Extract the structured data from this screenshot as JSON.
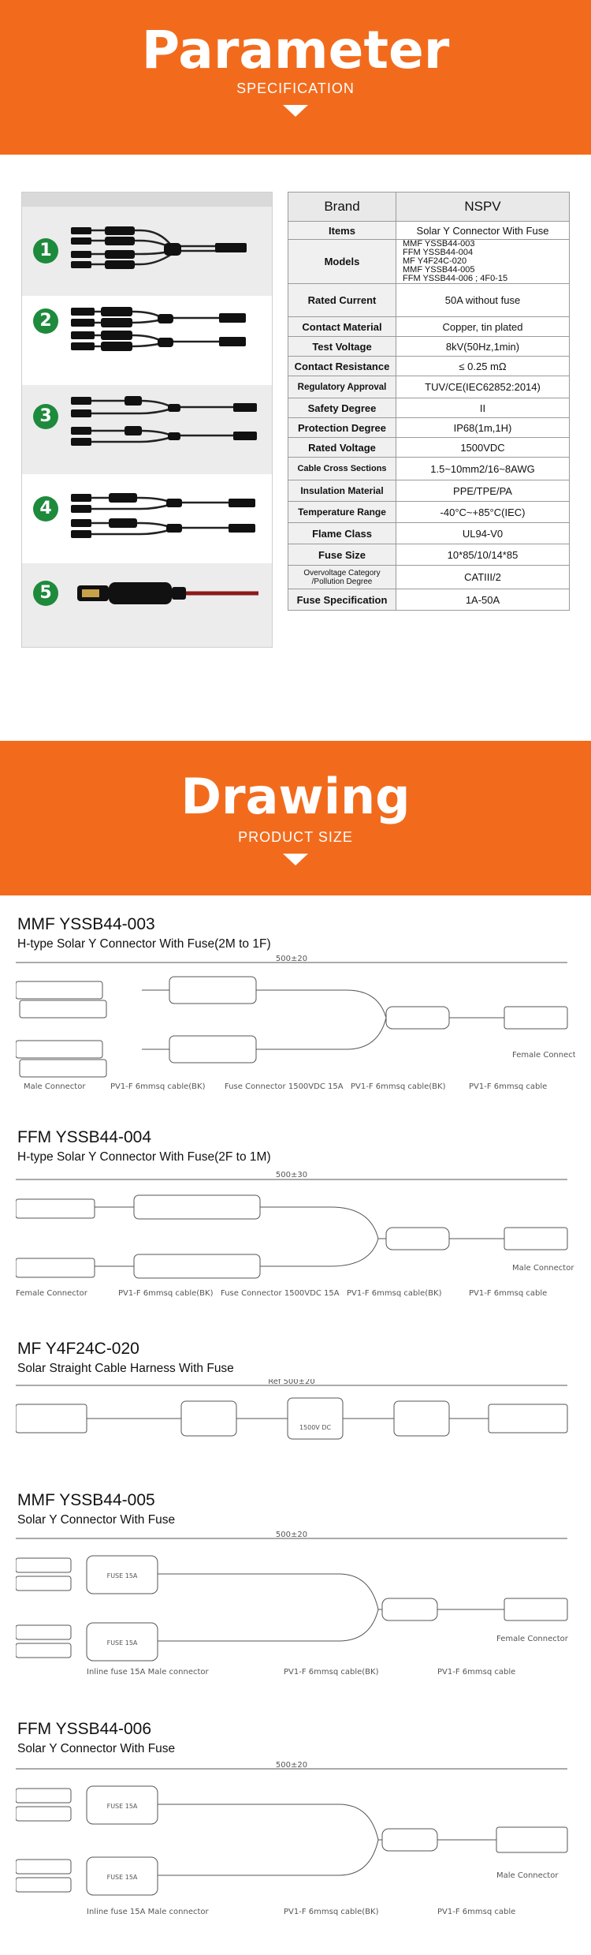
{
  "parameter_banner": {
    "title": "Parameter",
    "subtitle": "SPECIFICATION"
  },
  "photo_numbers": [
    "1",
    "2",
    "3",
    "4",
    "5"
  ],
  "spec_table": {
    "header": {
      "key": "Brand",
      "value": "NSPV"
    },
    "rows": [
      {
        "key": "Items",
        "value": "Solar Y Connector With Fuse"
      },
      {
        "key": "Models",
        "value_lines": [
          "MMF YSSB44-003",
          "FFM YSSB44-004",
          "MF Y4F24C-020",
          "MMF YSSB44-005",
          "FFM YSSB44-006 ; 4F0-15"
        ]
      },
      {
        "key": "Rated Current",
        "value": "50A without fuse"
      },
      {
        "key": "Contact Material",
        "value": "Copper, tin plated"
      },
      {
        "key": "Test Voltage",
        "value": "8kV(50Hz,1min)"
      },
      {
        "key": "Contact Resistance",
        "value": "≤ 0.25 mΩ"
      },
      {
        "key": "Regulatory Approval",
        "value": "TUV/CE(IEC62852:2014)"
      },
      {
        "key": "Safety Degree",
        "value": "II"
      },
      {
        "key": "Protection Degree",
        "value": "IP68(1m,1H)"
      },
      {
        "key": "Rated Voltage",
        "value": "1500VDC"
      },
      {
        "key": "Cable Cross Sections",
        "value": "1.5~10mm2/16~8AWG"
      },
      {
        "key": "Insulation Material",
        "value": "PPE/TPE/PA"
      },
      {
        "key": "Temperature Range",
        "value": "-40°C~+85°C(IEC)"
      },
      {
        "key": "Flame Class",
        "value": "UL94-V0"
      },
      {
        "key": "Fuse Size",
        "value": "10*85/10/14*85"
      },
      {
        "key": "Overvoltage Category /Pollution Degree",
        "value": "CATIII/2"
      },
      {
        "key": "Fuse Specification",
        "value": "1A-50A"
      }
    ]
  },
  "drawing_banner": {
    "title": "Drawing",
    "subtitle": "PRODUCT SIZE"
  },
  "drawings": [
    {
      "model": "MMF YSSB44-003",
      "description": "H-type Solar Y Connector With Fuse(2M to 1F)",
      "dimension": "500±20",
      "labels": [
        "Male Connector",
        "PV1-F 6mmsq cable(BK)",
        "Fuse Connector 1500VDC 15A",
        "PV1-F 6mmsq cable(BK)",
        "PV1-F 6mmsq cable",
        "Female Connector"
      ]
    },
    {
      "model": "FFM YSSB44-004",
      "description": "H-type Solar Y Connector With Fuse(2F to 1M)",
      "dimension": "500±30",
      "labels": [
        "Female Connector",
        "PV1-F 6mmsq cable(BK)",
        "Fuse Connector 1500VDC 15A",
        "PV1-F 6mmsq cable(BK)",
        "PV1-F 6mmsq cable",
        "Male Connector"
      ]
    },
    {
      "model": "MF Y4F24C-020",
      "description": "Solar Straight Cable Harness With Fuse",
      "dimension": "Ref 500±20",
      "fuse_text": "1500V DC"
    },
    {
      "model": "MMF YSSB44-005",
      "description": "Solar Y Connector With Fuse",
      "dimension": "500±20",
      "labels": [
        "Inline fuse 15A Male connector",
        "PV1-F 6mmsq cable(BK)",
        "PV1-F 6mmsq cable",
        "Female Connector"
      ],
      "fuse_text": "FUSE 15A"
    },
    {
      "model": "FFM YSSB44-006",
      "description": "Solar Y Connector With Fuse",
      "dimension": "500±20",
      "labels": [
        "Inline fuse 15A Male connector",
        "PV1-F 6mmsq cable(BK)",
        "PV1-F 6mmsq cable",
        "Male Connector"
      ],
      "fuse_text": "FUSE 15A"
    }
  ],
  "colors": {
    "accent": "#f26b1d",
    "number_badge": "#1e8a3c"
  }
}
